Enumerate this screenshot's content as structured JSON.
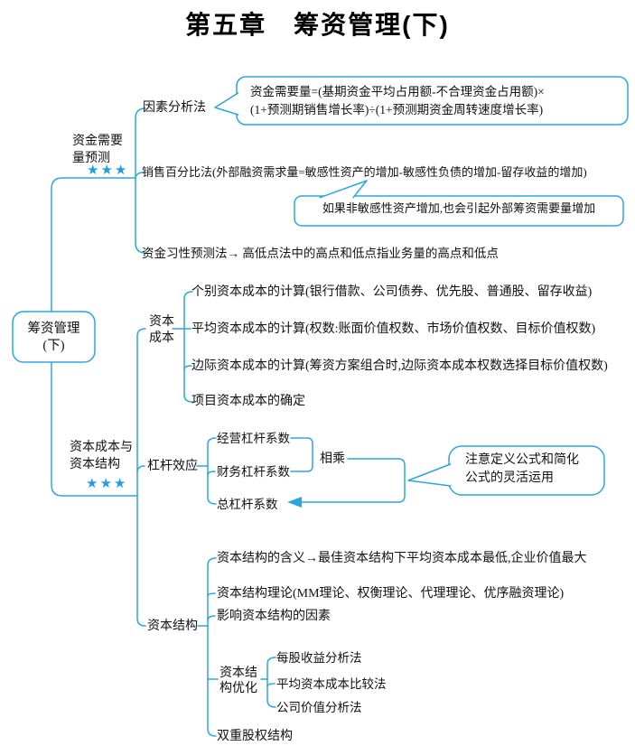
{
  "title": "第五章　筹资管理(下)",
  "colors": {
    "line": "#2aa7e0",
    "star": "#1d9ee6",
    "text": "#111111"
  },
  "root": {
    "line1": "筹资管理",
    "line2": "(下)"
  },
  "branch1": {
    "label1": "资金需要",
    "label2": "量预测",
    "stars": "★★★",
    "factor": {
      "label": "因素分析法",
      "note1": "资金需要量=(基期资金平均占用额-不合理资金占用额)×",
      "note2": "(1+预测期销售增长率)÷(1+预测期资金周转速度增长率)"
    },
    "sales": {
      "label": "销售百分比法(外部融资需求量=敏感性资产的增加-敏感性负债的增加-留存收益的增加)",
      "note": "如果非敏感性资产增加,也会引起外部筹资需要量增加"
    },
    "habit": {
      "label": "资金习性预测法→ 高低点法中的高点和低点指业务量的高点和低点"
    }
  },
  "branch2": {
    "label1": "资本成本与",
    "label2": "资本结构",
    "stars": "★★★",
    "cost": {
      "label1": "资本",
      "label2": "成本",
      "item1": "个别资本成本的计算(银行借款、公司债券、优先股、普通股、留存收益)",
      "item2": "平均资本成本的计算(权数:账面价值权数、市场价值权数、目标价值权数)",
      "item3": "边际资本成本的计算(筹资方案组合时,边际资本成本权数选择目标价值权数)",
      "item4": "项目资本成本的确定"
    },
    "leverage": {
      "label": "杠杆效应",
      "item1": "经营杠杆系数",
      "item2": "财务杠杆系数",
      "item3": "总杠杆系数",
      "multiply": "相乘",
      "note1": "注意定义公式和简化",
      "note2": "公式的灵活运用"
    },
    "structure": {
      "label": "资本结构",
      "item1": "资本结构的含义→最佳资本结构下平均资本成本最低,企业价值最大",
      "item2": "资本结构理论(MM理论、权衡理论、代理理论、优序融资理论)",
      "item3": "影响资本结构的因素",
      "optimize": {
        "label1": "资本结",
        "label2": "构优化",
        "m1": "每股收益分析法",
        "m2": "平均资本成本比较法",
        "m3": "公司价值分析法"
      },
      "item5": "双重股权结构"
    }
  }
}
